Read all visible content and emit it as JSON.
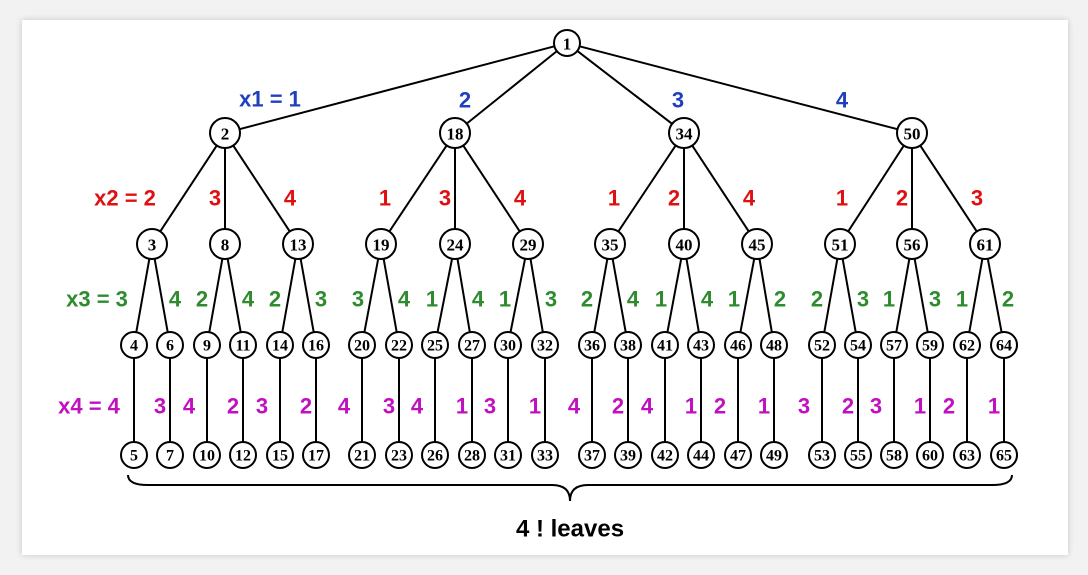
{
  "colors": {
    "x1": "#1f3fbf",
    "x2": "#e01010",
    "x3": "#2e8b2e",
    "x4": "#c010c0"
  },
  "tree": {
    "root": {
      "id": "1",
      "children": [
        {
          "id": "2",
          "edge": "x1 = 1",
          "children": [
            {
              "id": "3",
              "edge": "x2 = 2",
              "children": [
                {
                  "id": "4",
                  "edge": "x3 = 3",
                  "children": [
                    {
                      "id": "5",
                      "edge": "x4 = 4"
                    }
                  ]
                },
                {
                  "id": "6",
                  "edge": "4",
                  "children": [
                    {
                      "id": "7",
                      "edge": "3"
                    }
                  ]
                }
              ]
            },
            {
              "id": "8",
              "edge": "3",
              "children": [
                {
                  "id": "9",
                  "edge": "2",
                  "children": [
                    {
                      "id": "10",
                      "edge": "4"
                    }
                  ]
                },
                {
                  "id": "11",
                  "edge": "4",
                  "children": [
                    {
                      "id": "12",
                      "edge": "2"
                    }
                  ]
                }
              ]
            },
            {
              "id": "13",
              "edge": "4",
              "children": [
                {
                  "id": "14",
                  "edge": "2",
                  "children": [
                    {
                      "id": "15",
                      "edge": "3"
                    }
                  ]
                },
                {
                  "id": "16",
                  "edge": "3",
                  "children": [
                    {
                      "id": "17",
                      "edge": "2"
                    }
                  ]
                }
              ]
            }
          ]
        },
        {
          "id": "18",
          "edge": "2",
          "children": [
            {
              "id": "19",
              "edge": "1",
              "children": [
                {
                  "id": "20",
                  "edge": "3",
                  "children": [
                    {
                      "id": "21",
                      "edge": "4"
                    }
                  ]
                },
                {
                  "id": "22",
                  "edge": "4",
                  "children": [
                    {
                      "id": "23",
                      "edge": "3"
                    }
                  ]
                }
              ]
            },
            {
              "id": "24",
              "edge": "3",
              "children": [
                {
                  "id": "25",
                  "edge": "1",
                  "children": [
                    {
                      "id": "26",
                      "edge": "4"
                    }
                  ]
                },
                {
                  "id": "27",
                  "edge": "4",
                  "children": [
                    {
                      "id": "28",
                      "edge": "1"
                    }
                  ]
                }
              ]
            },
            {
              "id": "29",
              "edge": "4",
              "children": [
                {
                  "id": "30",
                  "edge": "1",
                  "children": [
                    {
                      "id": "31",
                      "edge": "3"
                    }
                  ]
                },
                {
                  "id": "32",
                  "edge": "3",
                  "children": [
                    {
                      "id": "33",
                      "edge": "1"
                    }
                  ]
                }
              ]
            }
          ]
        },
        {
          "id": "34",
          "edge": "3",
          "children": [
            {
              "id": "35",
              "edge": "1",
              "children": [
                {
                  "id": "36",
                  "edge": "2",
                  "children": [
                    {
                      "id": "37",
                      "edge": "4"
                    }
                  ]
                },
                {
                  "id": "38",
                  "edge": "4",
                  "children": [
                    {
                      "id": "39",
                      "edge": "2"
                    }
                  ]
                }
              ]
            },
            {
              "id": "40",
              "edge": "2",
              "children": [
                {
                  "id": "41",
                  "edge": "1",
                  "children": [
                    {
                      "id": "42",
                      "edge": "4"
                    }
                  ]
                },
                {
                  "id": "43",
                  "edge": "4",
                  "children": [
                    {
                      "id": "44",
                      "edge": "1"
                    }
                  ]
                }
              ]
            },
            {
              "id": "45",
              "edge": "4",
              "children": [
                {
                  "id": "46",
                  "edge": "1",
                  "children": [
                    {
                      "id": "47",
                      "edge": "2"
                    }
                  ]
                },
                {
                  "id": "48",
                  "edge": "2",
                  "children": [
                    {
                      "id": "49",
                      "edge": "1"
                    }
                  ]
                }
              ]
            }
          ]
        },
        {
          "id": "50",
          "edge": "4",
          "children": [
            {
              "id": "51",
              "edge": "1",
              "children": [
                {
                  "id": "52",
                  "edge": "2",
                  "children": [
                    {
                      "id": "53",
                      "edge": "3"
                    }
                  ]
                },
                {
                  "id": "54",
                  "edge": "3",
                  "children": [
                    {
                      "id": "55",
                      "edge": "2"
                    }
                  ]
                }
              ]
            },
            {
              "id": "56",
              "edge": "2",
              "children": [
                {
                  "id": "57",
                  "edge": "1",
                  "children": [
                    {
                      "id": "58",
                      "edge": "3"
                    }
                  ]
                },
                {
                  "id": "59",
                  "edge": "3",
                  "children": [
                    {
                      "id": "60",
                      "edge": "1"
                    }
                  ]
                }
              ]
            },
            {
              "id": "61",
              "edge": "3",
              "children": [
                {
                  "id": "62",
                  "edge": "1",
                  "children": [
                    {
                      "id": "63",
                      "edge": "2"
                    }
                  ]
                },
                {
                  "id": "64",
                  "edge": "2",
                  "children": [
                    {
                      "id": "65",
                      "edge": "1"
                    }
                  ]
                }
              ]
            }
          ]
        }
      ]
    }
  },
  "leaves_label": "4 ! leaves"
}
